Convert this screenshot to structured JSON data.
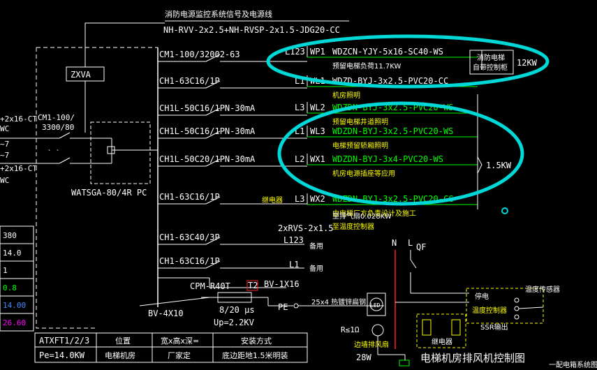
{
  "colors": {
    "background": "#000000",
    "line": "#ffffff",
    "green": "#00ff00",
    "yellow": "#ffff00",
    "red": "#ff2020",
    "magenta": "#ff00ff",
    "cyan": "#00d8d8",
    "annot_yellow": "#e6e600"
  },
  "header": {
    "title": "消防电源监控系统信号及电源线",
    "cable": "NH-RVV-2x2.5+NH-RVSP-2x1.5-JDG20-CC"
  },
  "left": {
    "zxva": "ZXVA",
    "cable1": "+2x16-CT",
    "wc1": "WC",
    "tilde1": "~7",
    "tilde2": "~7",
    "cable2": "+2x16-CT",
    "wc2": "WC",
    "main_breaker_1": "CM1-100/",
    "main_breaker_2": "3300/80",
    "ats": "WATSGA-80/4R PC"
  },
  "breakers": [
    "CM1-100/32002-63",
    "CH1-63C16/1P",
    "CH1L-50C16/1PN-30mA",
    "CH1L-50C16/1PN-30mA",
    "CH1L-50C20/1PN-30mA",
    "CH1-63C16/1P",
    "CH1-63C40/3P",
    "CH1-63C16/1P"
  ],
  "circuits": [
    {
      "phase": "L123",
      "id": "WP1",
      "cable": "WDZCN-YJY-5x16-SC40-WS",
      "note": "预留电梯负荷11.7KW"
    },
    {
      "phase": "L1",
      "id": "WL1",
      "cable": "WDZD-BYJ-3x2.5-PVC20-CC",
      "note": "机房照明"
    },
    {
      "phase": "L3",
      "id": "WL2",
      "cable": "WDZDN-BYJ-3x2.5-PVC20-WS",
      "note": "预留电梯井道照明"
    },
    {
      "phase": "L1",
      "id": "WL3",
      "cable": "WDZDN-BYJ-3x2.5-PVC20-WS",
      "note": "电梯预留轿厢照明"
    },
    {
      "phase": "L2",
      "id": "WX1",
      "cable": "WDZDN-BYJ-3x4-PVC20-WS",
      "note": "机房电源插座等应用"
    },
    {
      "phase": "L3",
      "id": "WX2",
      "cable": "WDZDN-BYJ-3x2.5-PVC20-CC",
      "note": "由电梯厂方负责设计及施工"
    }
  ],
  "annotations": {
    "fire_cabinet_1": "消防电梯",
    "fire_cabinet_2": "自带控制柜",
    "kw_12": "12KW",
    "kw_15": "1.5KW",
    "relay_box": "继电器",
    "exhaust_power": "至排气扇0.028KW",
    "temp_control": "至温度控制器",
    "rvs": "2xRVS-2x1.5",
    "l123": "L123",
    "spare1": "备用",
    "l1": "L1",
    "spare2": "备用",
    "spd": "CPM-R40T",
    "spd_t": "T2",
    "bv1": "BV-1X16",
    "bv4": "BV-4X10",
    "imp": "8/20 μs",
    "up": "Up=2.2KV",
    "pe": "PE",
    "ground": "25x4 热镀锌扁钢"
  },
  "table": {
    "rows": [
      "380",
      "14.0",
      "1",
      "0.8",
      "14.00",
      "26.60"
    ],
    "row_colors": [
      "#ffffff",
      "#ffffff",
      "#ffffff",
      "#00ff00",
      "#4488ff",
      "#ff00ff"
    ],
    "r1": [
      "ATXFT1/2/3",
      "位置",
      "宽x高x深=",
      "安装方式"
    ],
    "r2": [
      "Pe=14.0KW",
      "电梯机房",
      "厂家定",
      "底边距地1.5米明装"
    ]
  },
  "control": {
    "n": "N",
    "l": "L",
    "qf": "QF",
    "led": "LED",
    "r": "R≤1Ω",
    "fan_label": "边墙排风扇",
    "fan_power": "28W",
    "stop": "停电",
    "temp_ctrl": "温度控制器",
    "ssr": "SSR输出",
    "relay": "继电器",
    "sensor": "温度传感器",
    "title": "电梯机房排风机控制图",
    "footer": "一配电箱系统图"
  }
}
